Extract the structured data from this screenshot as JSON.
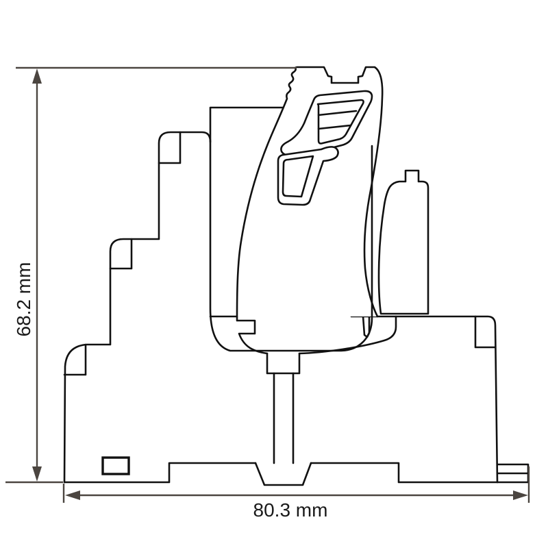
{
  "dimensions": {
    "height": {
      "label": "68.2 mm",
      "value": 68.2,
      "unit": "mm",
      "orientation": "vertical"
    },
    "width": {
      "label": "80.3 mm",
      "value": 80.3,
      "unit": "mm",
      "orientation": "horizontal"
    }
  },
  "drawing_parts": {
    "socket": "din-rail-socket-side-profile",
    "relay_case": "relay-case",
    "ejector_lever": "serrated-release-lever",
    "retaining_clip": "right-retaining-clip",
    "rail_foot": "din-rail-foot",
    "release_tab": "rail-release-tab"
  },
  "colors": {
    "background": "#ffffff",
    "outline": "#111111",
    "dimension_lines": "#4b4540",
    "label_text": "#1a1a1a"
  }
}
